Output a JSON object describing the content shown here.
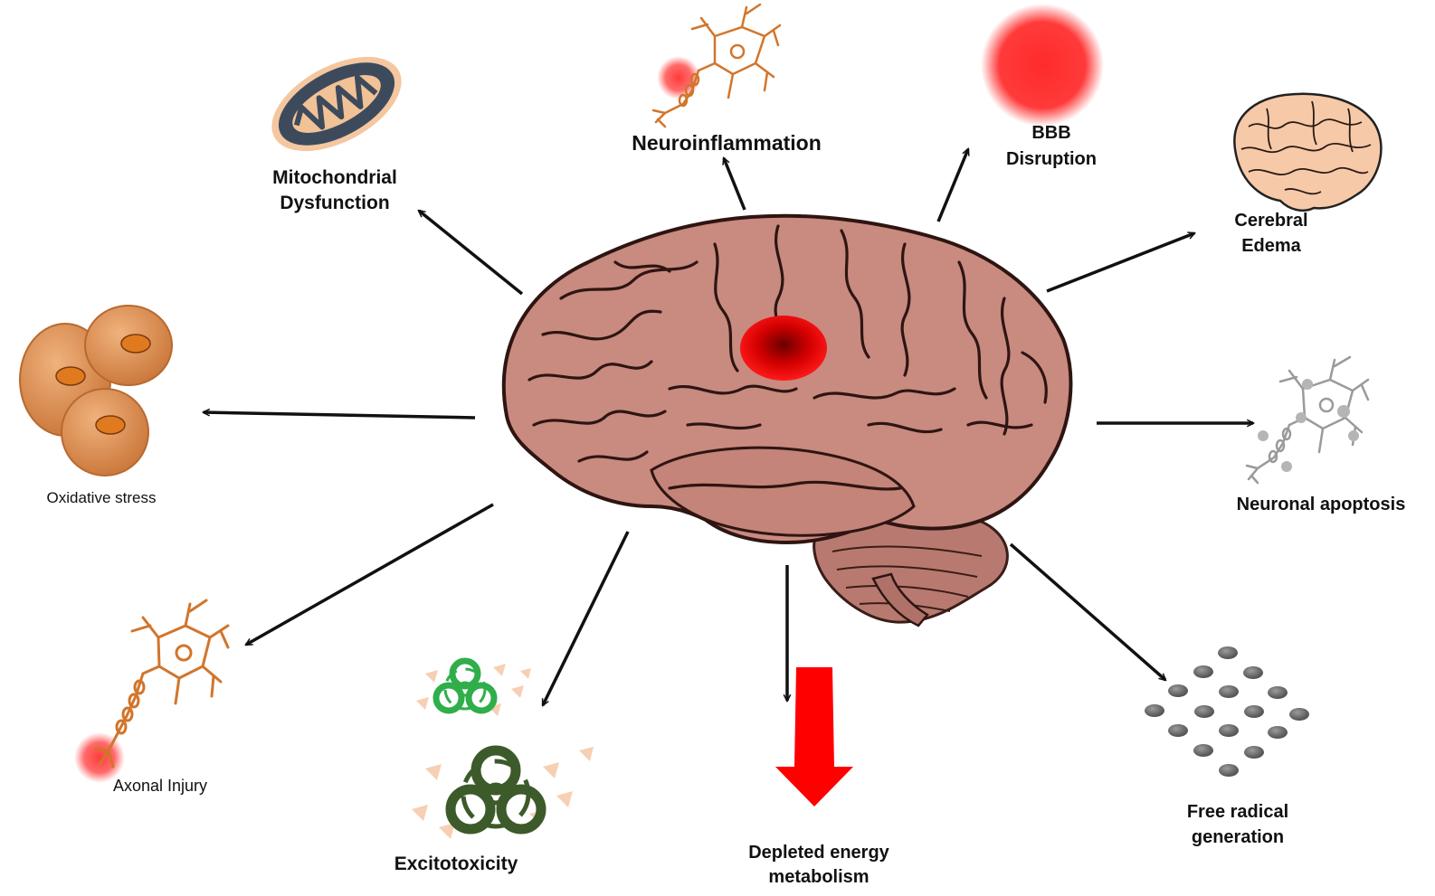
{
  "diagram": {
    "center": "brain-with-lesion",
    "labels": {
      "mitochondrial": [
        "Mitochondrial",
        "Dysfunction"
      ],
      "neuroinflammation": "Neuroinflammation",
      "bbb": [
        "BBB",
        "Disruption"
      ],
      "edema": [
        "Cerebral",
        "Edema"
      ],
      "oxidative": "Oxidative stress",
      "apoptosis": "Neuronal apoptosis",
      "axonal": "Axonal Injury",
      "excitotoxicity": "Excitotoxicity",
      "energy": [
        "Depleted energy",
        "metabolism"
      ],
      "free_radical": [
        "Free radical",
        "generation"
      ]
    },
    "colors": {
      "brain": "#c98a80",
      "lesion": "#d40000",
      "neuron_orange": "#d2752b",
      "neuron_gray": "#9a9a9a",
      "mitochondria_outer": "#3d4a5c",
      "cell": "#d98a4d",
      "biohazard_green": "#2fae4a",
      "biohazard_dark": "#3d5a2a",
      "arrow_red": "#ff0000"
    },
    "icons": [
      "mitochondria-icon",
      "neuron-icon",
      "red-spot-icon",
      "brain-icon",
      "cells-icon",
      "biohazard-icon",
      "down-arrow-icon",
      "particles-icon"
    ]
  }
}
